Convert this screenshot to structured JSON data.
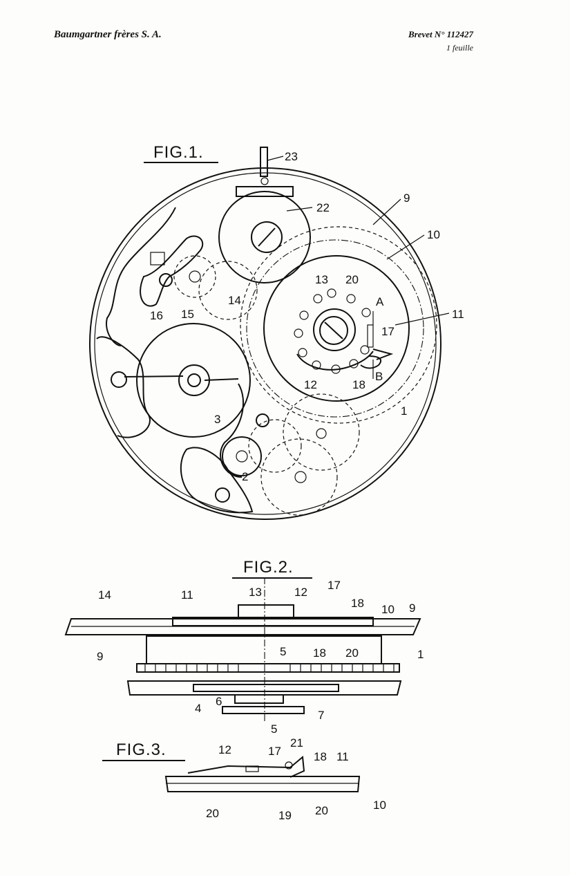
{
  "header": {
    "applicant": "Baumgartner frères S. A.",
    "patent": "Brevet N° 112427",
    "sheet": "1 feuille"
  },
  "figures": {
    "fig1": {
      "title": "FIG.1.",
      "labels": [
        "23",
        "22",
        "9",
        "10",
        "13",
        "20",
        "A",
        "11",
        "17",
        "14",
        "15",
        "16",
        "12",
        "18",
        "B",
        "3",
        "1",
        "2"
      ]
    },
    "fig2": {
      "title": "FIG.2.",
      "labels": [
        "14",
        "11",
        "13",
        "12",
        "17",
        "18",
        "10",
        "9",
        "9",
        "5",
        "18",
        "20",
        "1",
        "4",
        "6",
        "7",
        "5"
      ]
    },
    "fig3": {
      "title": "FIG.3.",
      "labels": [
        "12",
        "17",
        "21",
        "18",
        "11",
        "20",
        "19",
        "20",
        "10"
      ]
    }
  }
}
